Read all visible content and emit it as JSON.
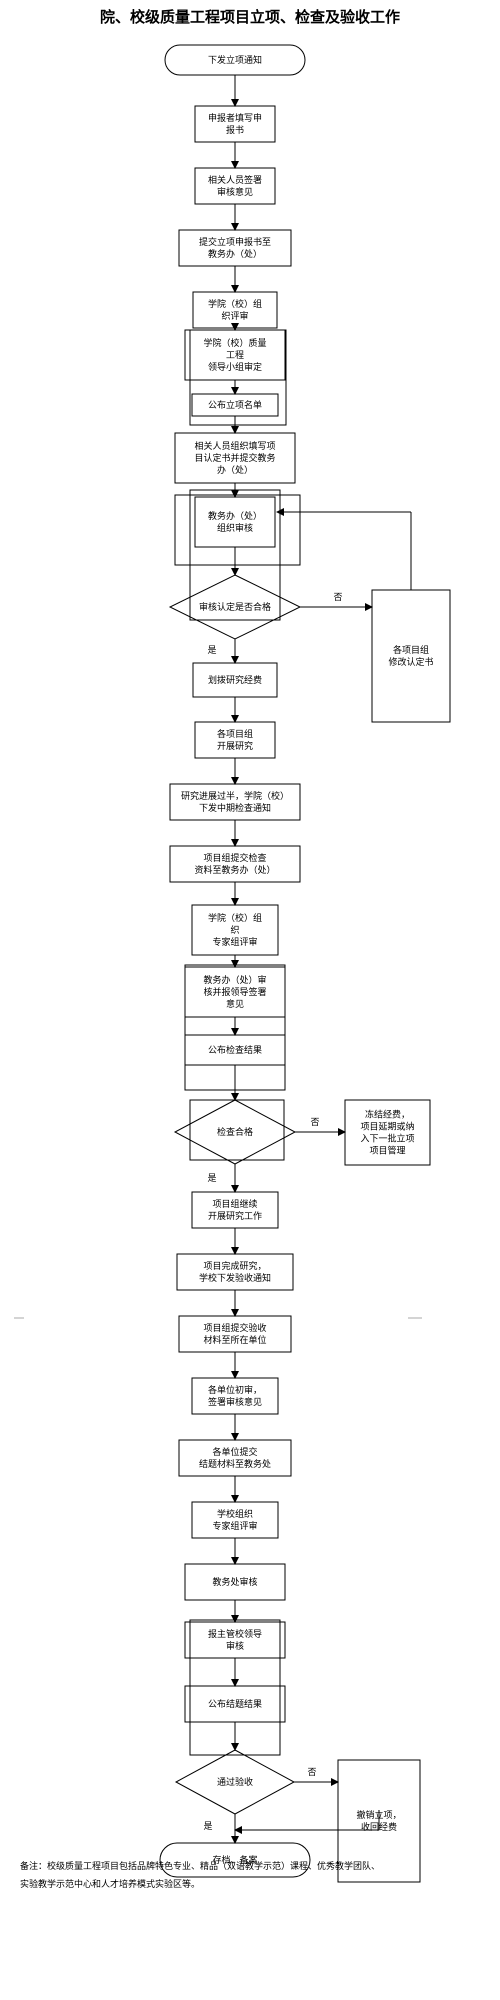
{
  "title": "院、校级质量工程项目立项、检查及验收工作",
  "nodes": {
    "start": "下发立项通知",
    "apply_write": [
      "申报者填写申",
      "报书"
    ],
    "related_review": [
      "相关人员签署",
      "审核意见"
    ],
    "submit_to_office": [
      "提交立项申报书至",
      "教务办（处）"
    ],
    "college_review": [
      "学院（校）组",
      "织评审"
    ],
    "leader_review": [
      "学院（校）质量",
      "工程",
      "领导小组审定"
    ],
    "publish_list": "公布立项名单",
    "org_task_book": [
      "相关人员组织填写项",
      "目认定书并提交教务",
      "办（处）"
    ],
    "office_review": [
      "教务办（处）",
      "组织审核"
    ],
    "cond1": "审核认定是否合格",
    "cond1_no": "否",
    "revise": [
      "各项目组",
      "修改认定书"
    ],
    "cond1_yes": "是",
    "allocate": "划拨研究经费",
    "research": [
      "各项目组",
      "开展研究"
    ],
    "midterm_notice": [
      "研究进展过半，学院（校）",
      "下发中期检查通知"
    ],
    "submit_check": [
      "项目组提交检查",
      "资料至教务办（处）"
    ],
    "expert_review": [
      "学院（校）组",
      "织",
      "专家组评审"
    ],
    "sign_report": [
      "教务办（处）审",
      "核并报领导签署",
      "意见"
    ],
    "publish_check": "公布检查结果",
    "cond2": "检查合格",
    "cond2_no": "否",
    "freeze": [
      "冻结经费，",
      "项目延期或纳",
      "入下一批立项",
      "项目管理"
    ],
    "cond2_yes": "是",
    "continue": [
      "项目组继续",
      "开展研究工作"
    ],
    "finish_notice": [
      "项目完成研究，",
      "学校下发验收通知"
    ],
    "submit_accept": [
      "项目组提交验收",
      "材料至所在单位"
    ],
    "unit_review": [
      "各单位初审，",
      "签署审核意见"
    ],
    "unit_submit": [
      "各单位提交",
      "结题材料至教务处"
    ],
    "school_expert": [
      "学校组织",
      "专家组评审"
    ],
    "office_audit": "教务处审核",
    "report_leader": [
      "报主管校领导",
      "审核"
    ],
    "publish_result": "公布结题结果",
    "cond3": "通过验收",
    "cond3_no": "否",
    "revoke": [
      "撤销立项，",
      "收回经费"
    ],
    "cond3_yes": "是",
    "end": "存档、备案"
  },
  "note": [
    "备注：校级质量工程项目包括品牌特色专业、精品（双语教学示范）课程、优秀教学团队、",
    "实验教学示范中心和人才培养模式实验区等。"
  ]
}
